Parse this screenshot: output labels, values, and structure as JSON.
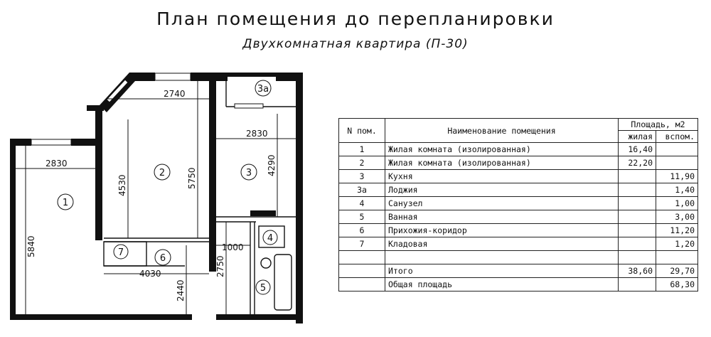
{
  "title": "План помещения до перепланировки",
  "subtitle": "Двухкомнатная квартира (П-30)",
  "plan": {
    "room_labels": [
      "1",
      "2",
      "3",
      "3а",
      "4",
      "5",
      "6",
      "7"
    ],
    "dimensions": [
      "2830",
      "5840",
      "2740",
      "4530",
      "5750",
      "2830",
      "4290",
      "1000",
      "2750",
      "4030",
      "2440"
    ]
  },
  "table": {
    "headers": {
      "num": "N пом.",
      "name": "Наименование помещения",
      "area": "Площадь, м2",
      "living": "жилая",
      "aux": "вспом."
    },
    "rows": [
      {
        "num": "1",
        "name": "Жилая комната (изолированная)",
        "living": "16,40",
        "aux": ""
      },
      {
        "num": "2",
        "name": "Жилая комната (изолированная)",
        "living": "22,20",
        "aux": ""
      },
      {
        "num": "3",
        "name": "Кухня",
        "living": "",
        "aux": "11,90"
      },
      {
        "num": "3а",
        "name": "Лоджия",
        "living": "",
        "aux": "1,40"
      },
      {
        "num": "4",
        "name": "Санузел",
        "living": "",
        "aux": "1,00"
      },
      {
        "num": "5",
        "name": "Ванная",
        "living": "",
        "aux": "3,00"
      },
      {
        "num": "6",
        "name": "Прихожия-коридор",
        "living": "",
        "aux": "11,20"
      },
      {
        "num": "7",
        "name": "Кладовая",
        "living": "",
        "aux": "1,20"
      },
      {
        "num": "",
        "name": "",
        "living": "",
        "aux": ""
      }
    ],
    "total": {
      "label": "Итого",
      "living": "38,60",
      "aux": "29,70"
    },
    "overall": {
      "label": "Общая площадь",
      "value": "68,30"
    }
  }
}
